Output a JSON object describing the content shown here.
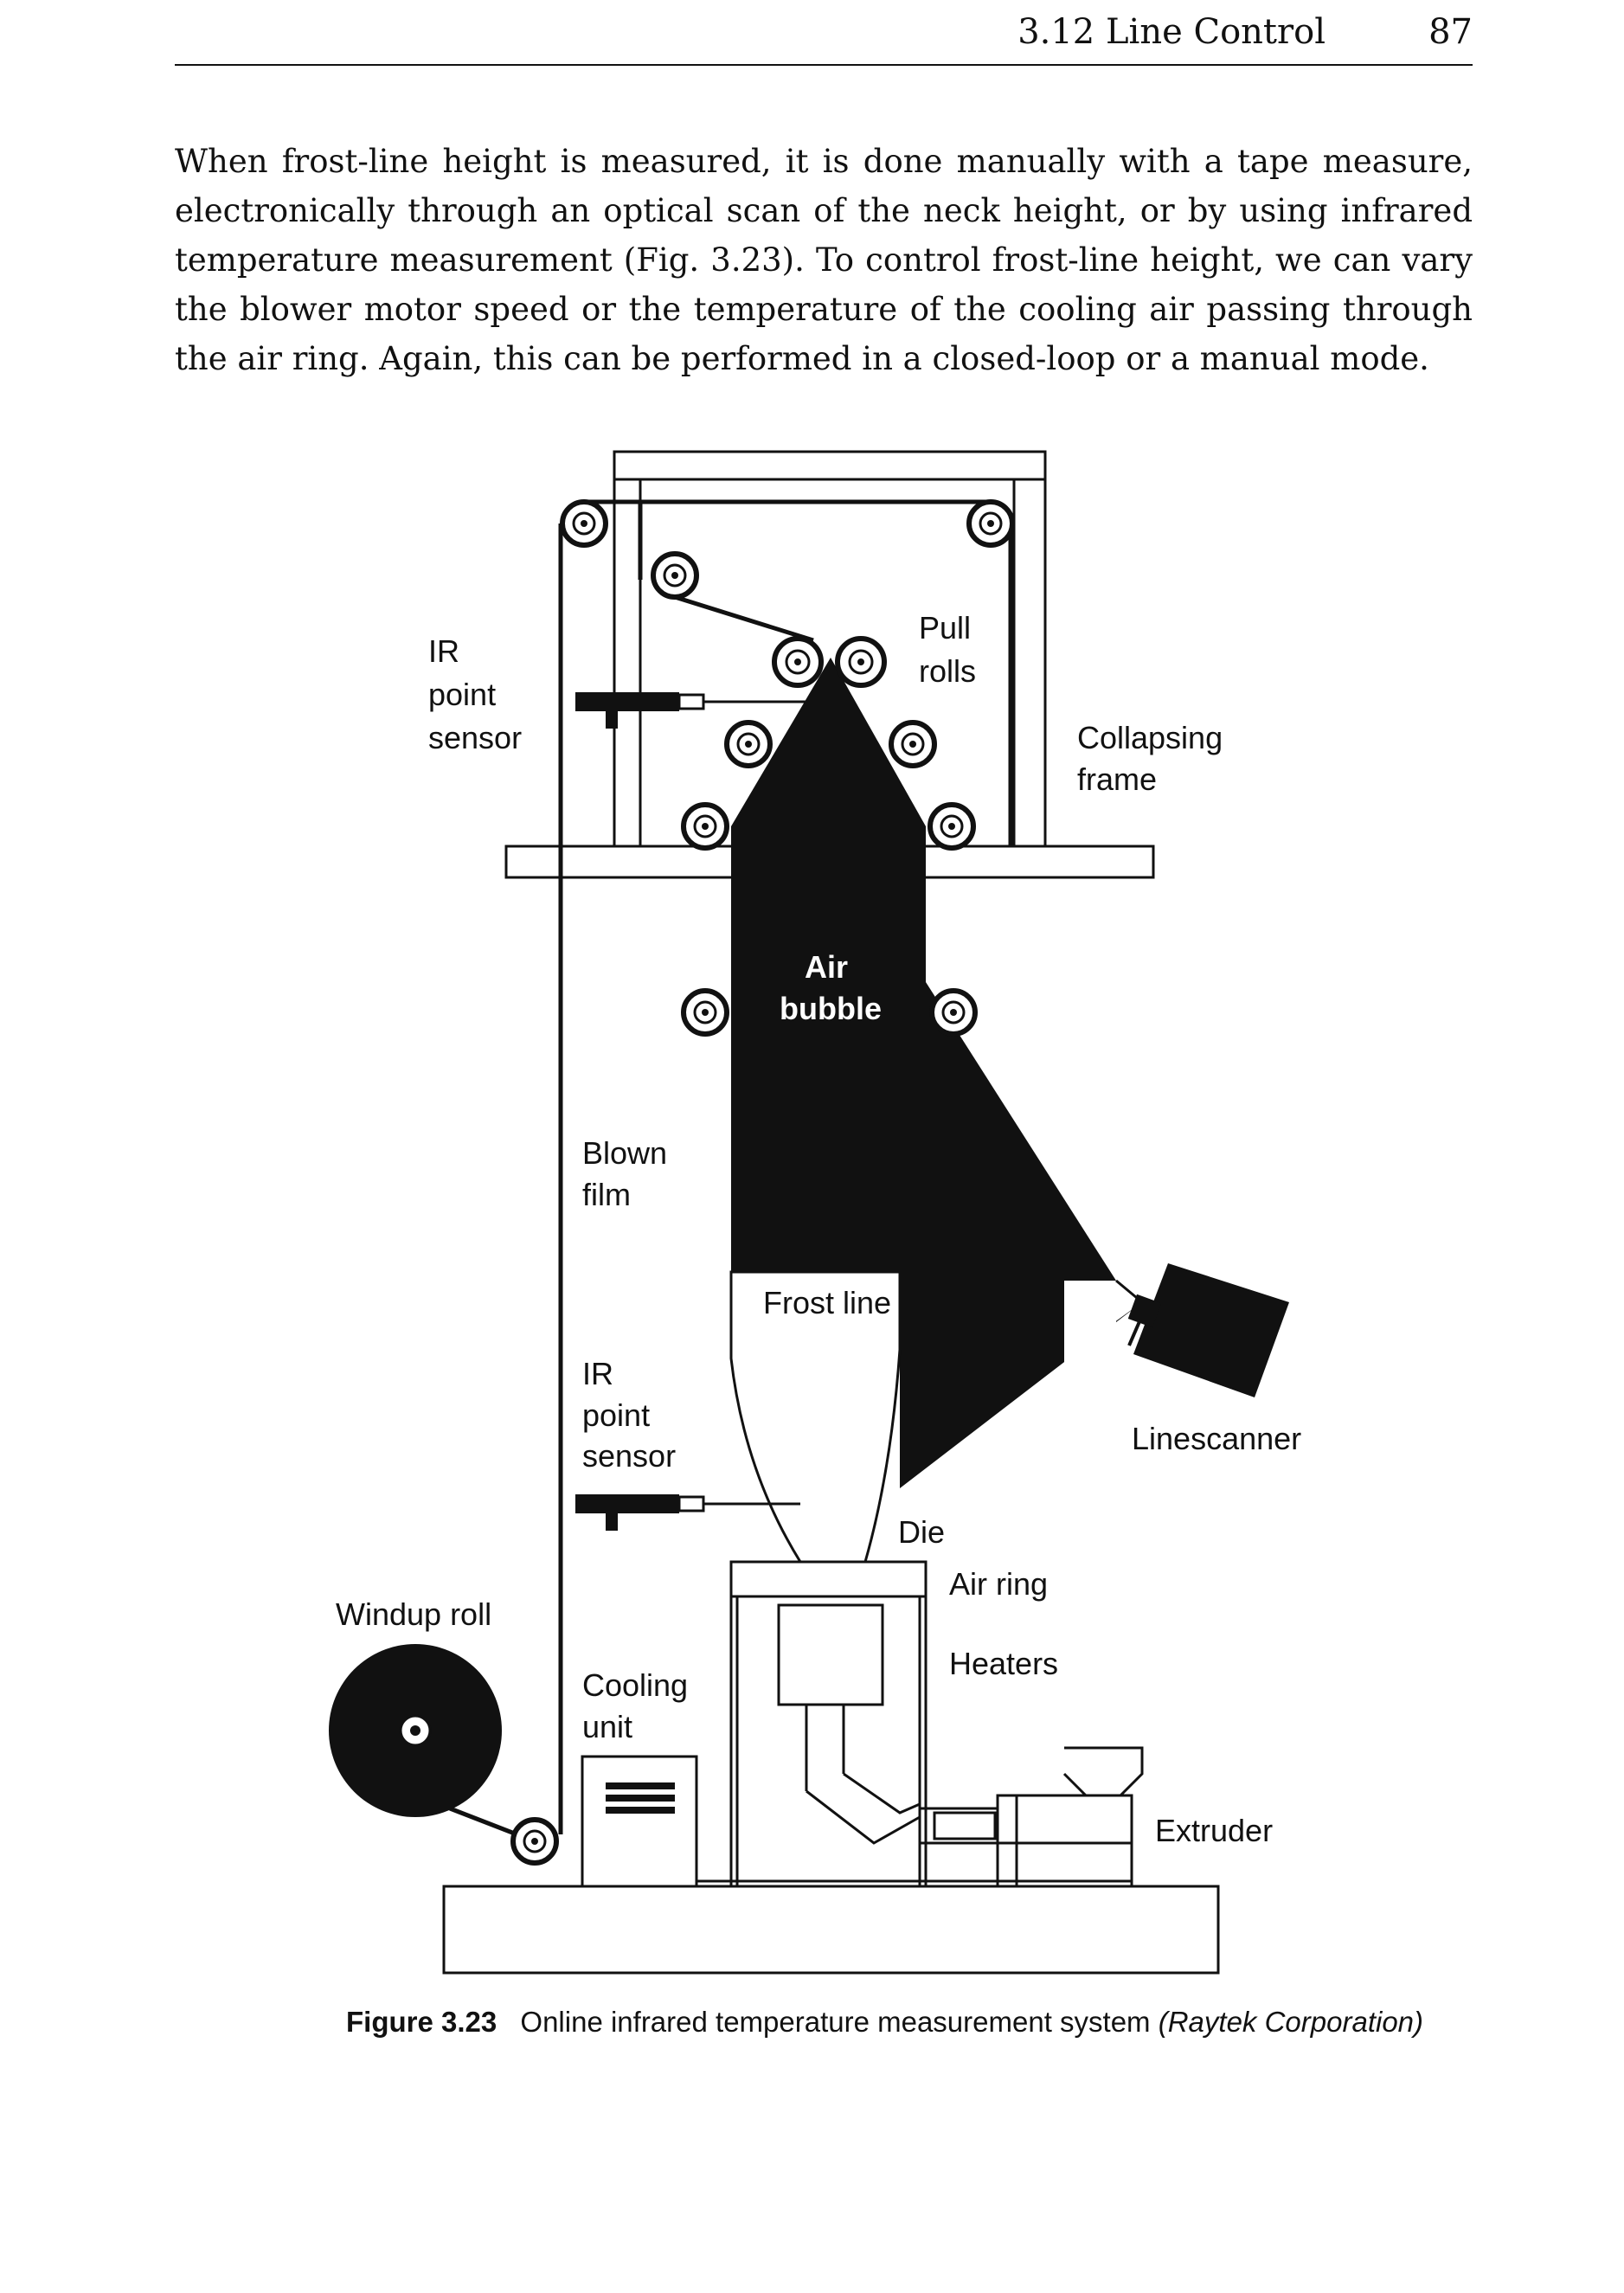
{
  "header": {
    "section": "3.12 Line Control",
    "page_number": "87"
  },
  "body": {
    "paragraph": "When frost-line height is measured, it is done manually with a tape measure, electronically through an optical scan of the neck height, or by using infrared temperature measurement (Fig. 3.23). To control frost-line height, we can vary the blower motor speed or the temperature of the cooling air passing through the air ring. Again, this can be performed in a closed-loop or a manual mode."
  },
  "figure": {
    "labels": {
      "ir_top": [
        "IR",
        "point",
        "sensor"
      ],
      "pull_rolls": [
        "Pull",
        "rolls"
      ],
      "collapsing_frame": [
        "Collapsing",
        "frame"
      ],
      "air_bubble": [
        "Air",
        "bubble"
      ],
      "blown_film": [
        "Blown",
        "film"
      ],
      "frost_line": "Frost line",
      "ir_bottom": [
        "IR",
        "point",
        "sensor"
      ],
      "linescanner": "Linescanner",
      "die": "Die",
      "air_ring": "Air ring",
      "windup_roll": "Windup roll",
      "heaters": "Heaters",
      "cooling_unit": [
        "Cooling",
        "unit"
      ],
      "extruder": "Extruder"
    }
  },
  "caption": {
    "label": "Figure 3.23",
    "text": "Online infrared temperature measurement system",
    "credit": "(Raytek Corporation)"
  }
}
